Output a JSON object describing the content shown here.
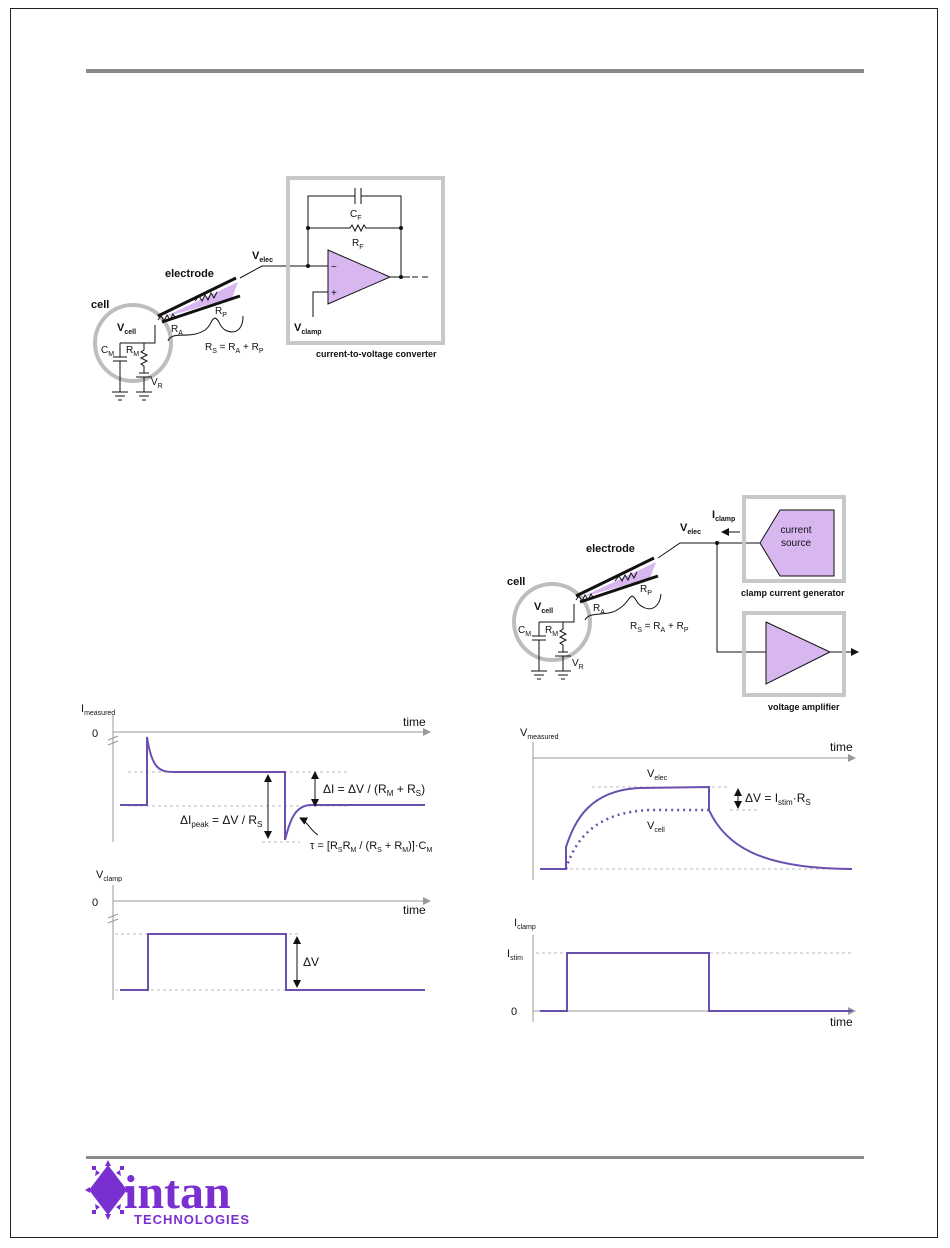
{
  "colors": {
    "purple": "#6a4fb0",
    "fill_purple": "#d8b6f0",
    "box_gray": "#c8c8c8",
    "logo": "#7a2fd0"
  },
  "vclamp_circuit": {
    "cell": "cell",
    "electrode": "electrode",
    "v_cell": "V",
    "v_cell_sub": "cell",
    "r_a": "R",
    "r_a_sub": "A",
    "r_p": "R",
    "r_p_sub": "P",
    "c_m": "C",
    "c_m_sub": "M",
    "r_m": "R",
    "r_m_sub": "M",
    "v_r": "V",
    "v_r_sub": "R",
    "v_elec": "V",
    "v_elec_sub": "elec",
    "c_f": "C",
    "c_f_sub": "F",
    "r_f": "R",
    "r_f_sub": "F",
    "v_clamp": "V",
    "v_clamp_sub": "clamp",
    "minus": "−",
    "plus": "+",
    "rs_eq": "R",
    "rs_eq_s": "S",
    "rs_eq_mid": " = R",
    "rs_eq_a": "A",
    "rs_eq_plus": " + R",
    "rs_eq_p": "P",
    "converter": "current-to-voltage converter"
  },
  "cclamp_circuit": {
    "cell": "cell",
    "electrode": "electrode",
    "v_cell": "V",
    "v_cell_sub": "cell",
    "r_a": "R",
    "r_a_sub": "A",
    "r_p": "R",
    "r_p_sub": "P",
    "c_m": "C",
    "c_m_sub": "M",
    "r_m": "R",
    "r_m_sub": "M",
    "v_r": "V",
    "v_r_sub": "R",
    "v_elec": "V",
    "v_elec_sub": "elec",
    "i_clamp": "I",
    "i_clamp_sub": "clamp",
    "current_source_1": "current",
    "current_source_2": "source",
    "generator": "clamp current generator",
    "amplifier": "voltage amplifier",
    "rs_eq": "R",
    "rs_eq_s": "S",
    "rs_eq_mid": " = R",
    "rs_eq_a": "A",
    "rs_eq_plus": " + R",
    "rs_eq_p": "P"
  },
  "graph_imeas": {
    "ylabel": "I",
    "ylabel_sub": "measured",
    "time": "time",
    "zero": "0",
    "delta_i": "ΔI = ΔV / (R",
    "delta_i_m": "M",
    "delta_i_plus": " + R",
    "delta_i_s": "S",
    "delta_i_end": ")",
    "ipeak": "ΔI",
    "ipeak_sub": "peak",
    "ipeak_rest": " = ΔV / R",
    "ipeak_s": "S",
    "tau": "τ = [R",
    "tau_s": "S",
    "tau_r": "R",
    "tau_m": "M",
    "tau_mid": " / (R",
    "tau_s2": "S",
    "tau_plus": " + R",
    "tau_m2": "M",
    "tau_end": ")]·C",
    "tau_cm": "M"
  },
  "graph_vclamp": {
    "ylabel": "V",
    "ylabel_sub": "clamp",
    "time": "time",
    "zero": "0",
    "delta_v": "ΔV"
  },
  "graph_vmeas": {
    "ylabel": "V",
    "ylabel_sub": "measured",
    "time": "time",
    "v_elec": "V",
    "v_elec_sub": "elec",
    "v_cell": "V",
    "v_cell_sub": "cell",
    "delta_v": "ΔV = I",
    "delta_v_stim": "stim",
    "delta_v_rest": "·R",
    "delta_v_s": "S"
  },
  "graph_iclamp": {
    "ylabel": "I",
    "ylabel_sub": "clamp",
    "time": "time",
    "zero": "0",
    "istim": "I",
    "istim_sub": "stim"
  },
  "logo": {
    "word": "intan",
    "sub": "TECHNOLOGIES"
  }
}
